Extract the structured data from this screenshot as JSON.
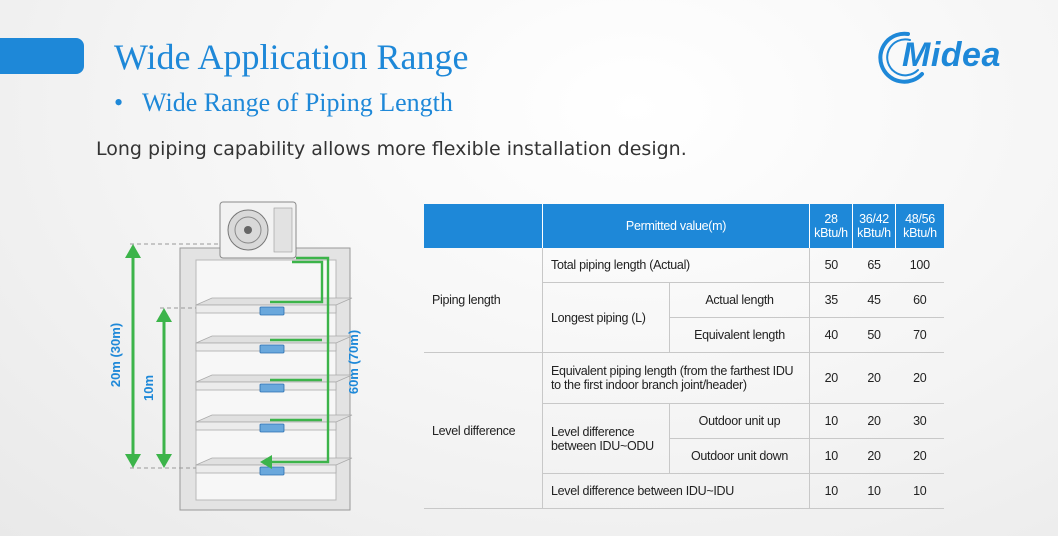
{
  "header": {
    "title": "Wide Application Range",
    "bullet": "•",
    "subtitle": "Wide Range of Piping Length",
    "description": "Long piping capability allows more flexible installation design."
  },
  "logo": {
    "brand": "Midea"
  },
  "illustration": {
    "label_total": "20m (30m)",
    "label_level": "10m",
    "label_pipe": "60m (70m)",
    "colors": {
      "green": "#3cb44a",
      "blue": "#1e88d8",
      "shelf": "#e6e6e6"
    }
  },
  "table": {
    "headers": {
      "permitted": "Permitted value(m)",
      "c28": "28\nkBtu/h",
      "c36": "36/42\nkBtu/h",
      "c48": "48/56\nkBtu/h"
    },
    "groups": {
      "piping": "Piping length",
      "level": "Level difference"
    },
    "mid": {
      "longest": "Longest piping (L)",
      "level_idu_odu": "Level difference between IDU~ODU"
    },
    "rows": [
      {
        "label": "Total piping length  (Actual)",
        "v28": "50",
        "v36": "65",
        "v48": "100"
      },
      {
        "label": "Actual length",
        "v28": "35",
        "v36": "45",
        "v48": "60"
      },
      {
        "label": "Equivalent length",
        "v28": "40",
        "v36": "50",
        "v48": "70"
      },
      {
        "label": "Equivalent piping length (from the farthest IDU to the first indoor branch joint/header)",
        "v28": "20",
        "v36": "20",
        "v48": "20"
      },
      {
        "label": "Outdoor unit up",
        "v28": "10",
        "v36": "20",
        "v48": "30"
      },
      {
        "label": "Outdoor unit down",
        "v28": "10",
        "v36": "20",
        "v48": "20"
      },
      {
        "label": "Level difference between IDU~IDU",
        "v28": "10",
        "v36": "10",
        "v48": "10"
      }
    ]
  }
}
